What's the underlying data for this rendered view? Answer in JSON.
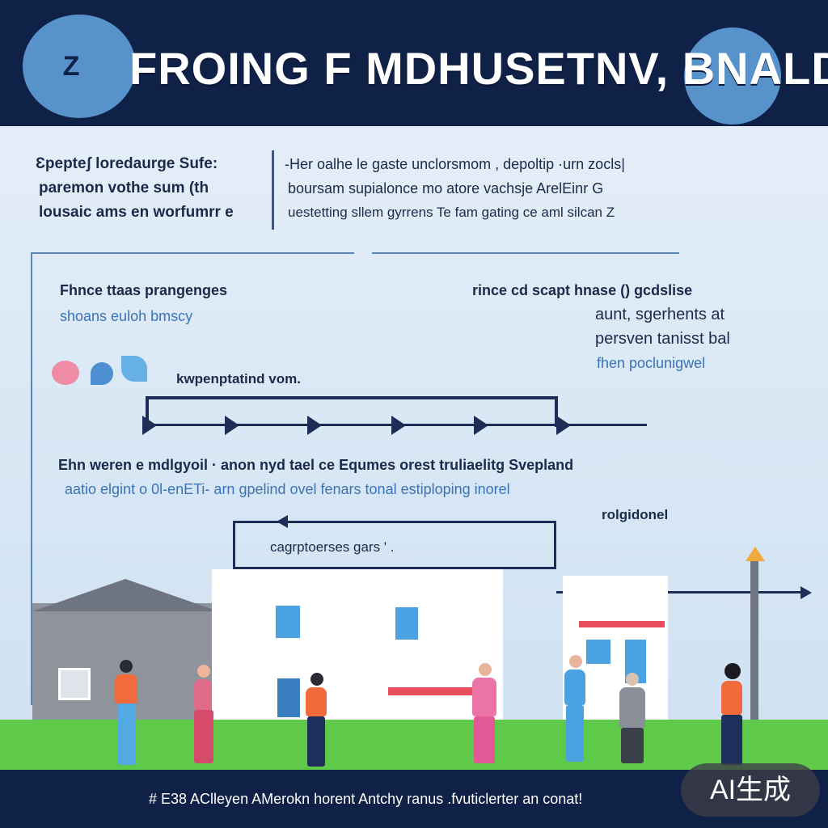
{
  "header": {
    "title": "FROING F MDHUSETNV, BNALD",
    "logo_text": "Z"
  },
  "intro": {
    "left_lines": [
      "Ɛpepteʃ loredaurge Sufe:",
      "paremon vothe  sum  (th",
      "lousaic ams en worfumrr e"
    ],
    "right_lines": [
      "-Her oalhe le gaste unclorsmom  ,  depoltip ·urn zocls|",
      "boursam supialonce mo  atore  vachsje  ArelEinr G",
      "uestetting sllem gyrrens  Te fam gating ce aml silcan Z"
    ]
  },
  "section1": {
    "heading": "Fhnce ttaas prangenges",
    "sub": "shoans  euloh bmscy",
    "right_heading": "rince cd scapt hnase  ()  gcdslise",
    "right_lines": [
      "aunt, sgerhents at",
      "persven tanisst bal"
    ],
    "right_sub": "fhen poclunigwel",
    "timeline_label": "kwpenptatind vom."
  },
  "section2": {
    "line1": "Ehn  weren e mdlgyoil  ·  anon nyd tael ce  Equmes orest truliaelitg Svepland",
    "line2": "aatio elgint o 0l-enETi-   arn gpelind ovel fenars tonal estiploping inorel",
    "tag": "rolgidonel",
    "box_label": "cagrptoerses gars  '  ."
  },
  "footer": {
    "text": "# E38 AClleyen  AMerokn horent Antchy ranus .fvuticlerter an conat!"
  },
  "badge": {
    "text": "AI生成"
  },
  "colors": {
    "navy": "#0f2147",
    "accent_blue": "#5f9fd8",
    "grass": "#5fc94a"
  }
}
